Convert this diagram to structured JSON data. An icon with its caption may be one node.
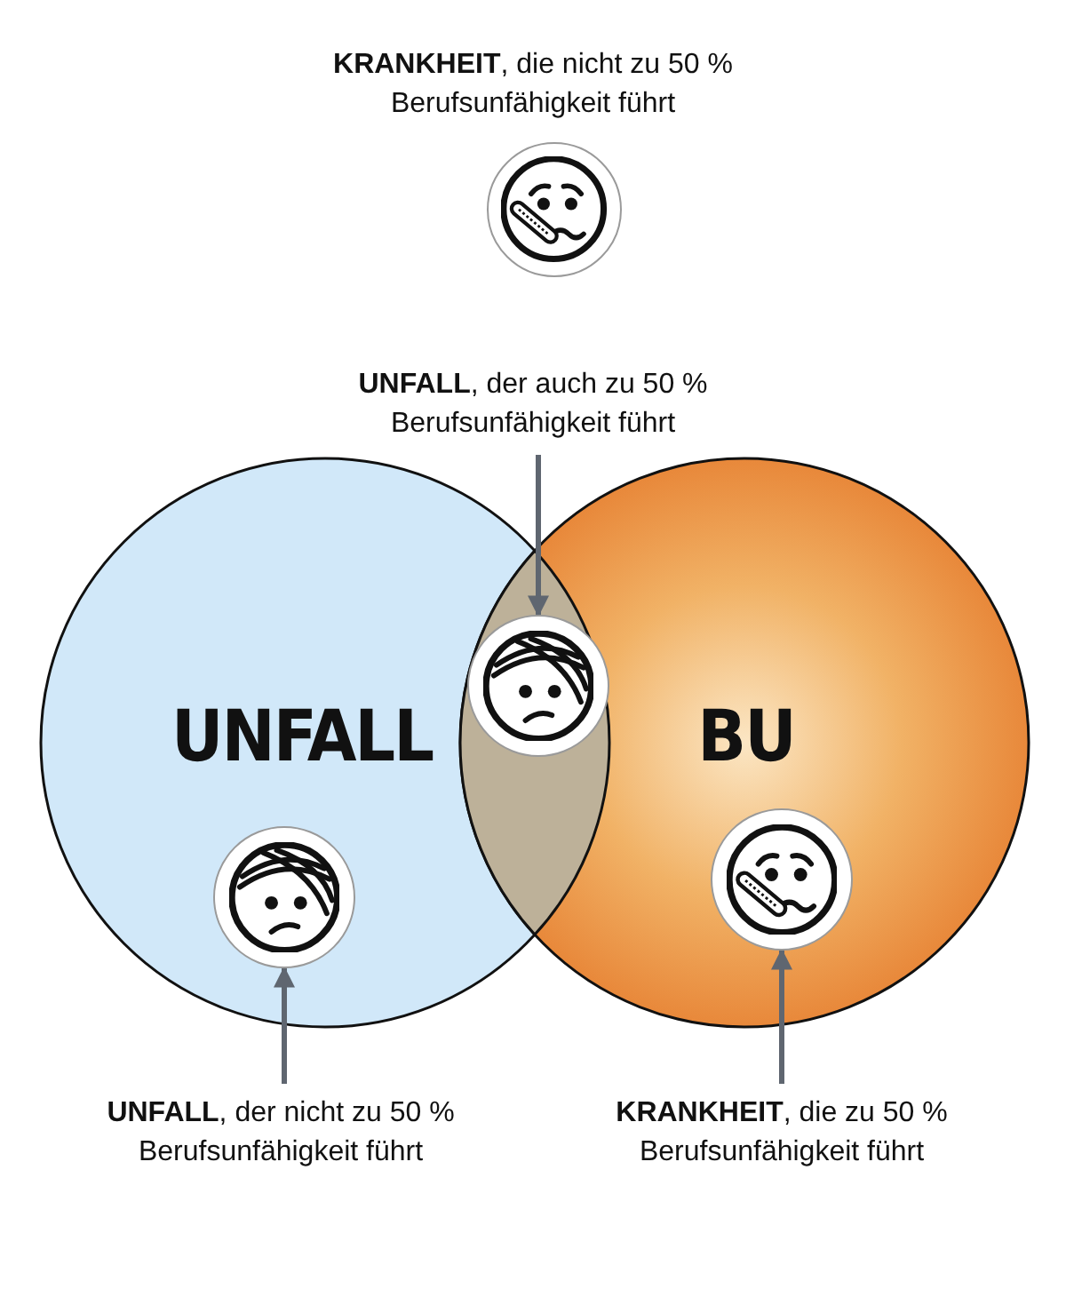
{
  "diagram": {
    "nodes": [
      {
        "text": [
          "**KRANKHEIT**, die nicht zu 50 % Berufsunfähigkeit führt"
        ]
      },
      {
        "text": [],
        "shape": "circle"
      },
      {
        "text": [
          "UNFALL"
        ]
      },
      {
        "text": [
          "BU"
        ]
      },
      {
        "text": [
          "**UNFALL**, der auch zu 50 % Berufsunfähigkeit führt"
        ]
      },
      {
        "text": [],
        "shape": "circle"
      },
      {
        "text": [],
        "shape": "circle",
        "in": 2
      },
      {
        "text": [],
        "shape": "circle",
        "in": 3
      },
      {
        "text": [
          "**UNFALL**, der nicht zu 50 % Berufsunfähigkeit führt"
        ]
      },
      {
        "text": [
          "**KRANKHEIT**, die zu 50 % Berufsunfähigkeit führt"
        ]
      }
    ],
    "edges": [
      {
        "from": 4,
        "to": 5,
        "arrow": "to"
      },
      {
        "from": 8,
        "to": 6,
        "arrow": "to"
      },
      {
        "from": 9,
        "to": 7,
        "arrow": "to"
      }
    ]
  }
}
